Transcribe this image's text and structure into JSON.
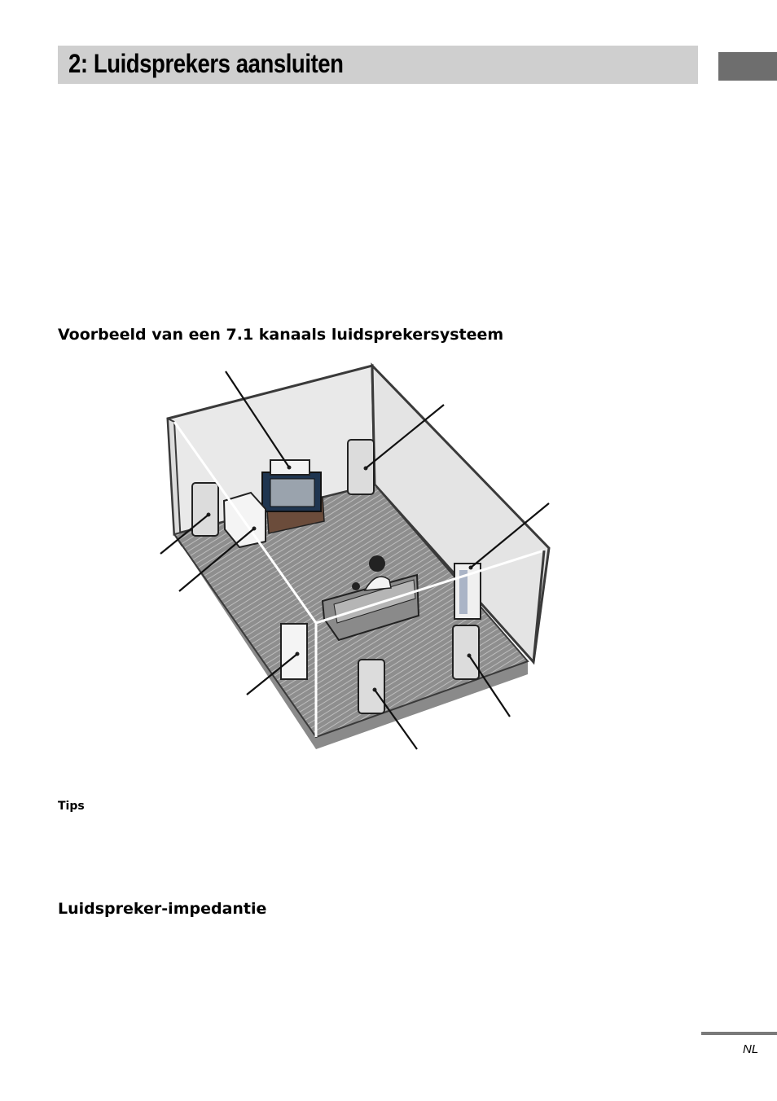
{
  "header": {
    "title": "2: Luidsprekers aansluiten"
  },
  "sections": {
    "example_heading": "Voorbeeld van een 7.1 kanaals luidsprekersysteem",
    "tips_heading": "Tips",
    "impedance_heading": "Luidspreker-impedantie"
  },
  "footer": {
    "language_code": "NL"
  },
  "colors": {
    "title_bar": "#cfcfcf",
    "edge_tab": "#6e6e6e",
    "footer_rule": "#7a7a7a"
  },
  "illustration": {
    "icon": "home-theater-room-illustration"
  }
}
